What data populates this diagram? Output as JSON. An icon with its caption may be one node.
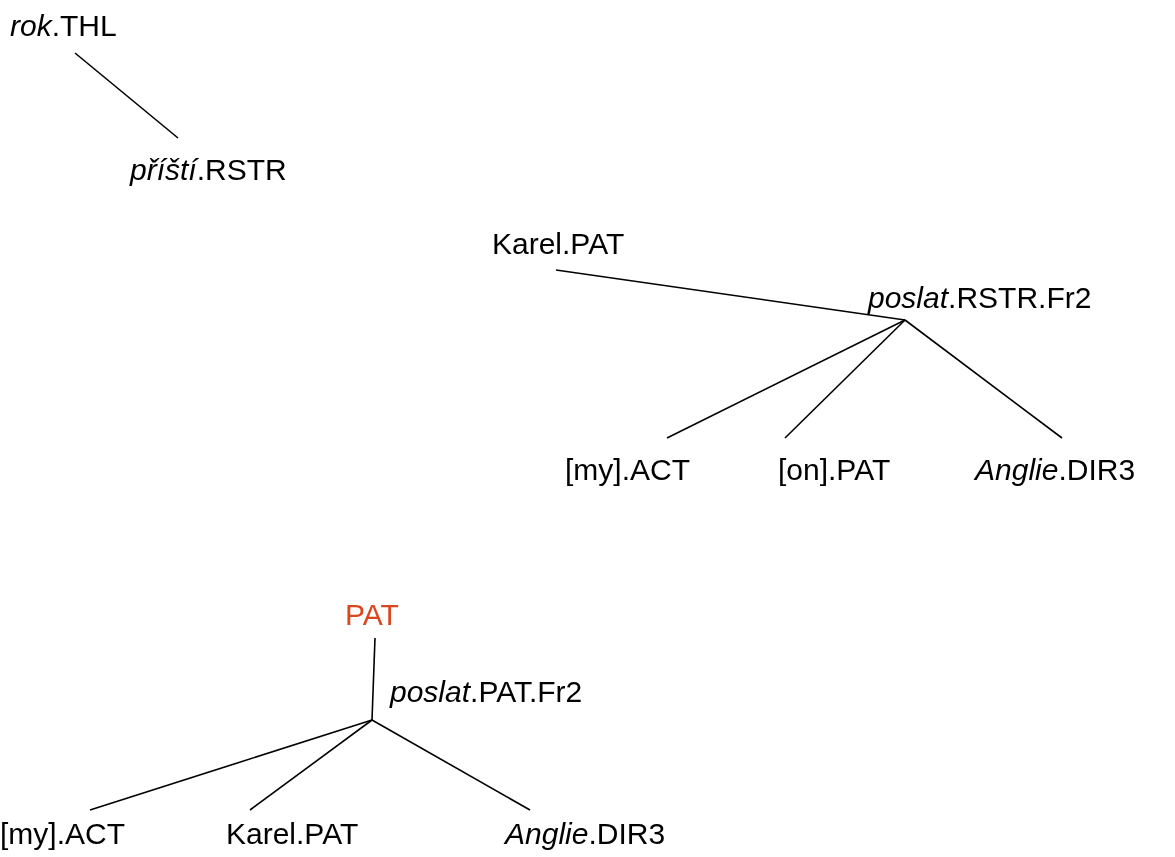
{
  "diagram": {
    "nodes": [
      {
        "text": [
          "*rok*.THL"
        ]
      },
      {
        "text": [
          "*příští*.RSTR"
        ]
      },
      {
        "text": [
          "Karel.PAT"
        ]
      },
      {
        "text": [
          "*poslat*.RSTR.Fr2"
        ]
      },
      {
        "text": [
          "[my].ACT"
        ]
      },
      {
        "text": [
          "[on].PAT"
        ]
      },
      {
        "text": [
          "*Anglie*.DIR3"
        ]
      },
      {
        "text": [
          "PAT"
        ]
      },
      {
        "text": [
          "*poslat*.PAT.Fr2"
        ]
      },
      {
        "text": [
          "[my].ACT"
        ]
      },
      {
        "text": [
          "Karel.PAT"
        ]
      },
      {
        "text": [
          "*Anglie*.DIR3"
        ]
      }
    ],
    "edges": [
      {
        "from": 0,
        "to": 1,
        "arrow": "none"
      },
      {
        "from": 2,
        "to": 3,
        "arrow": "none"
      },
      {
        "from": 3,
        "to": 4,
        "arrow": "none"
      },
      {
        "from": 3,
        "to": 5,
        "arrow": "none"
      },
      {
        "from": 3,
        "to": 6,
        "arrow": "none"
      },
      {
        "from": 7,
        "to": 8,
        "arrow": "none"
      },
      {
        "from": 8,
        "to": 9,
        "arrow": "none"
      },
      {
        "from": 8,
        "to": 10,
        "arrow": "none"
      },
      {
        "from": 8,
        "to": 11,
        "arrow": "none"
      }
    ]
  }
}
